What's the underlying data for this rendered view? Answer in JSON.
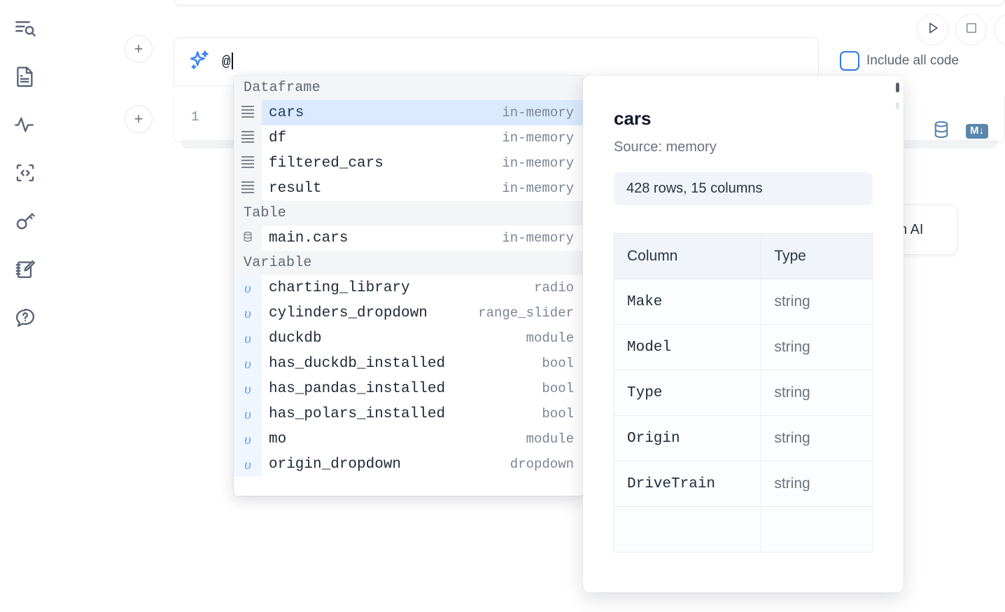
{
  "sidebar": {
    "items": [
      {
        "name": "outline-search-icon",
        "label": "Explore"
      },
      {
        "name": "file-document-icon",
        "label": "Files"
      },
      {
        "name": "activity-pulse-icon",
        "label": "Variables"
      },
      {
        "name": "code-snippet-icon",
        "label": "Snippets"
      },
      {
        "name": "key-icon",
        "label": "Secrets"
      },
      {
        "name": "notebook-pencil-icon",
        "label": "Scratchpad"
      },
      {
        "name": "help-chat-icon",
        "label": "Help"
      }
    ]
  },
  "toolbar": {
    "run_label": "Run",
    "stop_label": "Stop",
    "include_all_code_label": "Include all code",
    "include_all_code_checked": false,
    "add_cell_label": "+"
  },
  "ai_prompt": {
    "value": "@",
    "sparkle_icon": "sparkle-icon"
  },
  "code_cell": {
    "line_number": "1",
    "database_icon": "database-icon",
    "markdown_badge": "M↓"
  },
  "ai_chip": {
    "label": "h AI"
  },
  "completion": {
    "groups": [
      {
        "title": "Dataframe",
        "icon": "dataframe-icon",
        "kind": "df",
        "items": [
          {
            "name": "cars",
            "meta": "in-memory",
            "selected": true
          },
          {
            "name": "df",
            "meta": "in-memory",
            "selected": false
          },
          {
            "name": "filtered_cars",
            "meta": "in-memory",
            "selected": false
          },
          {
            "name": "result",
            "meta": "in-memory",
            "selected": false
          }
        ]
      },
      {
        "title": "Table",
        "icon": "database-icon",
        "kind": "table",
        "items": [
          {
            "name": "main.cars",
            "meta": "in-memory",
            "selected": false
          }
        ]
      },
      {
        "title": "Variable",
        "icon": "variable-icon",
        "kind": "var",
        "items": [
          {
            "name": "charting_library",
            "meta": "radio",
            "selected": false
          },
          {
            "name": "cylinders_dropdown",
            "meta": "range_slider",
            "selected": false
          },
          {
            "name": "duckdb",
            "meta": "module",
            "selected": false
          },
          {
            "name": "has_duckdb_installed",
            "meta": "bool",
            "selected": false
          },
          {
            "name": "has_pandas_installed",
            "meta": "bool",
            "selected": false
          },
          {
            "name": "has_polars_installed",
            "meta": "bool",
            "selected": false
          },
          {
            "name": "mo",
            "meta": "module",
            "selected": false
          },
          {
            "name": "origin_dropdown",
            "meta": "dropdown",
            "selected": false
          }
        ]
      }
    ]
  },
  "detail": {
    "title": "cars",
    "source": "Source: memory",
    "shape": "428 rows, 15 columns",
    "table": {
      "headers": [
        "Column",
        "Type"
      ],
      "rows": [
        [
          "Make",
          "string"
        ],
        [
          "Model",
          "string"
        ],
        [
          "Type",
          "string"
        ],
        [
          "Origin",
          "string"
        ],
        [
          "DriveTrain",
          "string"
        ]
      ]
    }
  },
  "colors": {
    "accent_blue": "#2f7ae5",
    "selected_row": "#dbeafe",
    "variable_gutter": "#eff6ff",
    "group_header": "#f4f5f7",
    "icon_steel": "#5b86ab",
    "rail_icon": "#5c6577"
  }
}
